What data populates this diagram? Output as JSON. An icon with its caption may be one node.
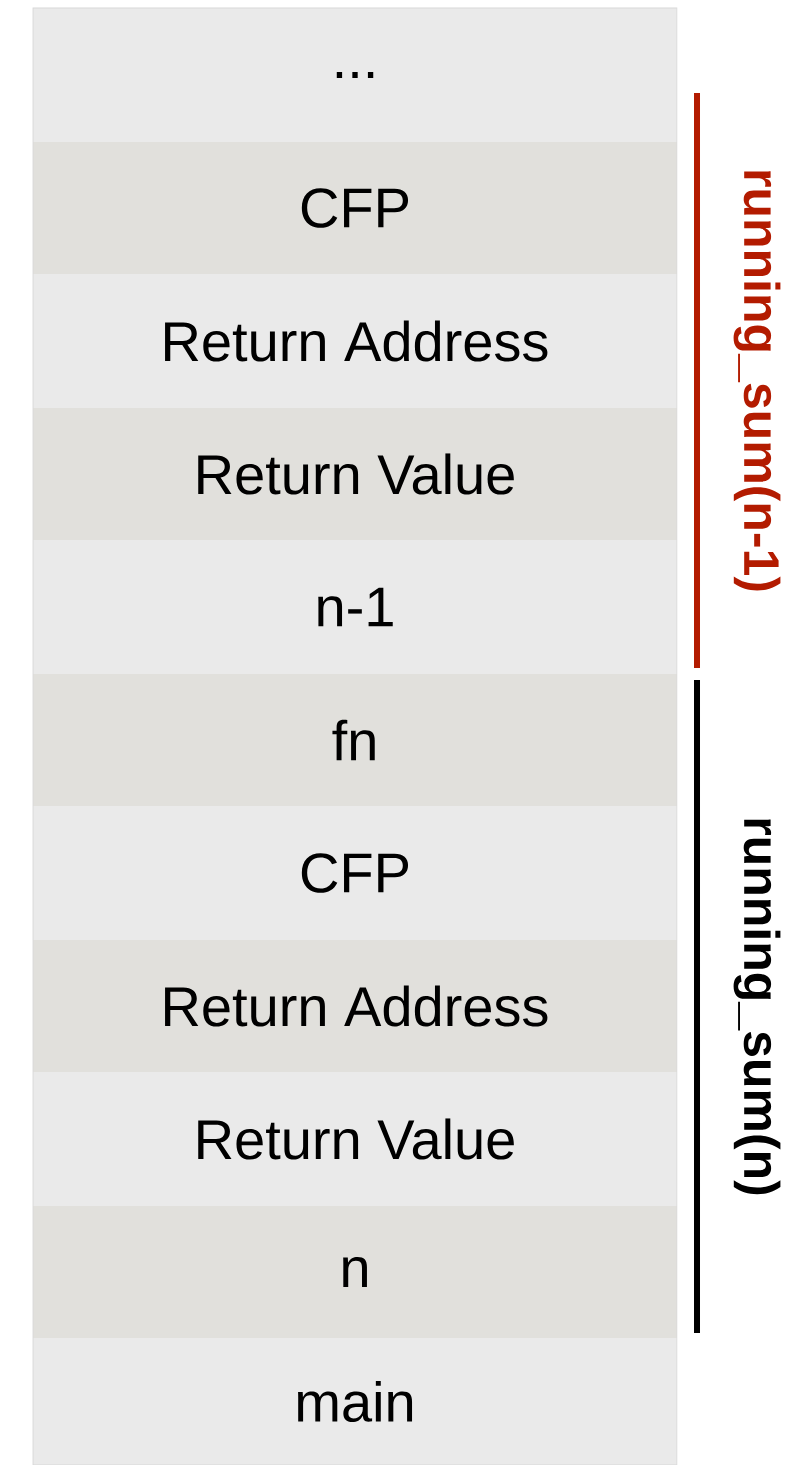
{
  "diagram": {
    "nodes": [
      {
        "text": [
          "..."
        ]
      },
      {
        "text": [
          "CFP"
        ]
      },
      {
        "text": [
          "Return Address"
        ]
      },
      {
        "text": [
          "Return Value"
        ]
      },
      {
        "text": [
          "n-1"
        ]
      },
      {
        "text": [
          "fn"
        ]
      },
      {
        "text": [
          "CFP"
        ]
      },
      {
        "text": [
          "Return Address"
        ]
      },
      {
        "text": [
          "Return Value"
        ]
      },
      {
        "text": [
          "n"
        ]
      },
      {
        "text": [
          "main"
        ]
      }
    ],
    "labels": [
      "running_sum(n-1)",
      "running_sum(n)"
    ]
  }
}
